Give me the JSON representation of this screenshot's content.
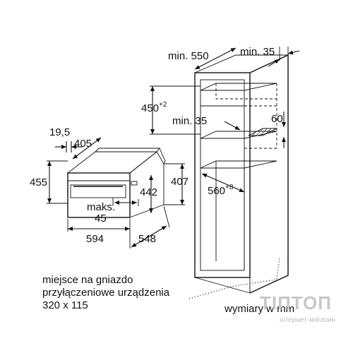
{
  "oven_dims": {
    "depth_panel": "19,5",
    "depth_body": "405",
    "height_total": "455",
    "height_body": "442",
    "height_side": "407",
    "max_label": "maks.",
    "max_value": "45",
    "width_front": "594",
    "width_side": "548"
  },
  "cabinet_dims": {
    "min_depth": "min. 550",
    "min_back": "min. 35",
    "niche_height": "450",
    "niche_height_tol": "+2",
    "min_gap": "min. 35",
    "vent": "60",
    "niche_width": "560",
    "niche_width_tol": "+8"
  },
  "notes": {
    "socket_line1": "miejsce na gniazdo",
    "socket_line2": "przyłączeniowe urządzenia",
    "socket_line3": "320 x 115",
    "units": "wymiary w mm"
  },
  "watermark": {
    "brand": "ТІПТОП",
    "sub": "інтернет-магазин"
  }
}
